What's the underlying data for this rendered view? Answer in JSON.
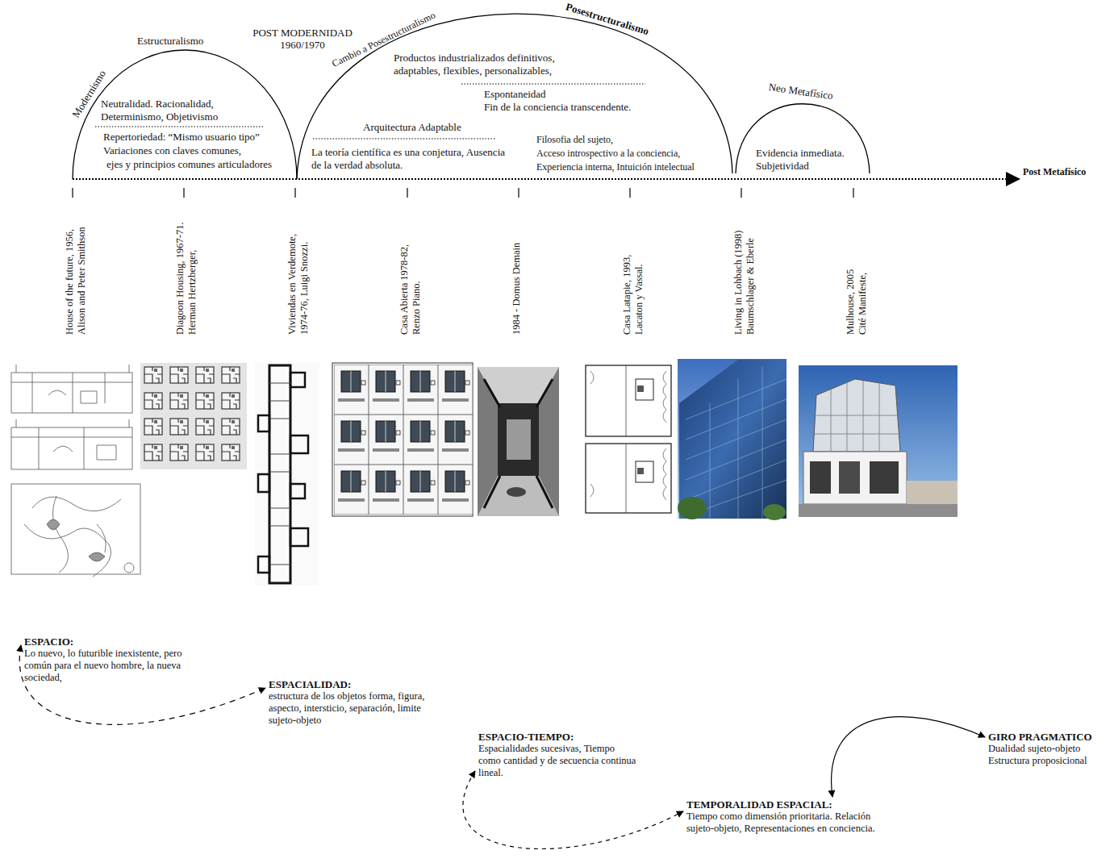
{
  "diagram": {
    "nodes": [
      {
        "text": [
          "ESPACIO:",
          "Lo nuevo, lo futurible inexistente, pero común para el nuevo hombre, la nueva sociedad,"
        ]
      },
      {
        "text": [
          "ESPACIALIDAD:",
          "estructura de los objetos forma, figura, aspecto, intersticio, separación, limite sujeto-objeto"
        ]
      },
      {
        "text": [
          "ESPACIO-TIEMPO:",
          "Espacialidades sucesivas, Tiempo como cantidad y de secuencia continua lineal."
        ]
      },
      {
        "text": [
          "TEMPORALIDAD ESPACIAL:",
          "Tiempo como dimensión prioritaria. Relación sujeto-objeto, Representaciones en conciencia."
        ]
      },
      {
        "text": [
          "GIRO PRAGMATICO",
          "Dualidad sujeto-objeto Estructura proposicional"
        ]
      }
    ],
    "edges": [
      {
        "from": 0,
        "to": 1,
        "arrow": "both"
      },
      {
        "from": 2,
        "to": 3,
        "arrow": "both"
      },
      {
        "from": 3,
        "to": 4,
        "arrow": "both"
      }
    ],
    "labels": [
      "Modernismo",
      "Estructuralismo",
      "POST MODERNIDAD",
      "1960/1970",
      "Cambio a Posestructuralismo",
      "Posestructuralismo",
      "Productos industrializados definitivos, adaptables, flexibles, personalizables,",
      "Espontaneidad",
      "Fin de la conciencia transcendente.",
      "Neutralidad. Racionalidad, Determinismo, Objetivismo",
      "Arquitectura Adaptable",
      "Filosofia del sujeto,",
      "Acceso introspectivo a la conciencia,",
      "Experiencia interna, Intuición intelectual",
      "Neo Metafísico",
      "Repertoriedad: “Mismo usuario tipo”",
      "Variaciones con claves comunes,",
      "ejes y principios comunes articuladores",
      "La teoría científica es una conjetura, Ausencia de la verdad absoluta.",
      "Evidencia inmediata.",
      "Subjetividad",
      "Post Metafísico",
      "House of the future, 1956, Alison and Peter Smithson",
      "Diagoon Housing, 1967-71. Herman Hertzberger,",
      "Viviendas en Verdemote, 1974-76, Luigi Snozzi.",
      "Casa Abierta 1978-82, Renzo Piano.",
      "1984 - Domus Demain",
      "Casa Latapie, 1993, Lacaton y Vassal.",
      "Living in Lohbach (1998) Baumschlager & Eberle",
      "Mulhouse, 2005 Cité Manifeste,"
    ]
  }
}
